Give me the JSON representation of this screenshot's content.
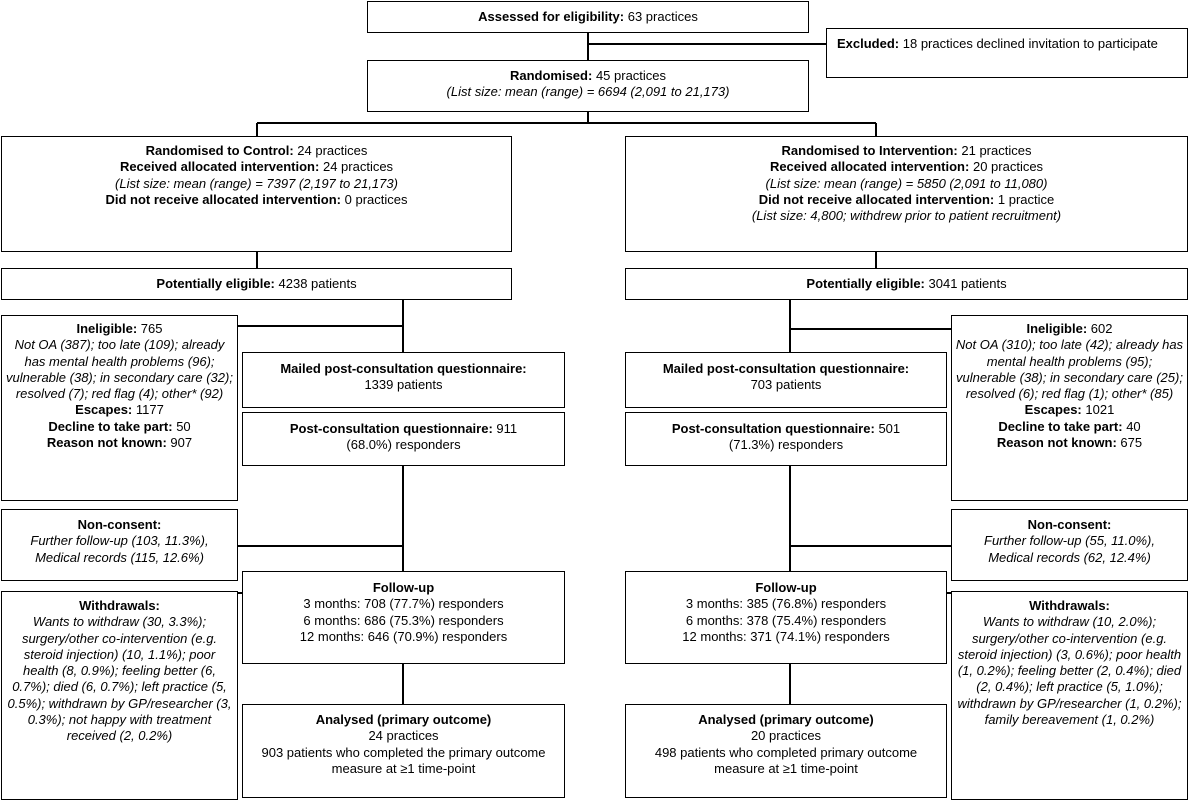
{
  "assessed": {
    "label": "Assessed for eligibility:",
    "value": "63 practices"
  },
  "excluded": {
    "label": "Excluded:",
    "value": "18 practices declined invitation to participate"
  },
  "randomised": {
    "label": "Randomised:",
    "value": "45 practices",
    "list_size": "(List size: mean (range) = 6694 (2,091 to 21,173)"
  },
  "control": {
    "arm": {
      "randomised_label": "Randomised to Control:",
      "randomised_value": "24 practices",
      "received_label": "Received allocated intervention:",
      "received_value": "24 practices",
      "list_size": "(List size: mean (range) = 7397 (2,197 to 21,173)",
      "not_received_label": "Did not receive allocated intervention:",
      "not_received_value": "0 practices"
    },
    "eligible": {
      "label": "Potentially eligible:",
      "value": "4238 patients"
    },
    "ineligible": {
      "label": "Ineligible:",
      "value": "765",
      "reasons": "Not OA (387); too late (109); already has mental health problems (96); vulnerable (38); in secondary care (32); resolved (7); red flag (4); other* (92)",
      "escapes_label": "Escapes:",
      "escapes_value": "1177",
      "decline_label": "Decline to take part:",
      "decline_value": "50",
      "unknown_label": "Reason not known:",
      "unknown_value": "907"
    },
    "mailed": {
      "label": "Mailed post-consultation questionnaire:",
      "value": "1339 patients"
    },
    "postq": {
      "label": "Post-consultation questionnaire:",
      "value": "911",
      "value2": "(68.0%) responders"
    },
    "nonconsent": {
      "label": "Non-consent:",
      "l1": "Further follow-up (103, 11.3%),",
      "l2": "Medical records (115, 12.6%)"
    },
    "followup": {
      "label": "Follow-up",
      "m3": "3 months: 708 (77.7%) responders",
      "m6": "6 months: 686 (75.3%) responders",
      "m12": "12 months: 646 (70.9%) responders"
    },
    "withdrawals": {
      "label": "Withdrawals:",
      "text": "Wants to withdraw (30, 3.3%); surgery/other co-intervention (e.g. steroid injection) (10, 1.1%); poor health (8, 0.9%); feeling better (6, 0.7%); died (6, 0.7%); left practice (5, 0.5%); withdrawn by GP/researcher (3, 0.3%); not happy with treatment received (2, 0.2%)"
    },
    "analysed": {
      "label": "Analysed (primary outcome)",
      "practices": "24 practices",
      "patients": "903 patients who completed the primary outcome measure at ≥1 time-point"
    }
  },
  "intervention": {
    "arm": {
      "randomised_label": "Randomised to Intervention:",
      "randomised_value": "21 practices",
      "received_label": "Received allocated intervention:",
      "received_value": "20 practices",
      "list_size": "(List size: mean (range) = 5850 (2,091 to 11,080)",
      "not_received_label": "Did not receive allocated intervention:",
      "not_received_value": "1 practice",
      "not_received_note": "(List size: 4,800; withdrew prior to patient recruitment)"
    },
    "eligible": {
      "label": "Potentially eligible:",
      "value": "3041 patients"
    },
    "ineligible": {
      "label": "Ineligible:",
      "value": "602",
      "reasons": "Not OA (310); too late (42); already has mental health problems (95); vulnerable (38); in secondary care (25); resolved (6); red flag (1); other* (85)",
      "escapes_label": "Escapes:",
      "escapes_value": "1021",
      "decline_label": "Decline to take part:",
      "decline_value": "40",
      "unknown_label": "Reason not known:",
      "unknown_value": "675"
    },
    "mailed": {
      "label": "Mailed post-consultation questionnaire:",
      "value": "703 patients"
    },
    "postq": {
      "label": "Post-consultation questionnaire:",
      "value": "501",
      "value2": "(71.3%) responders"
    },
    "nonconsent": {
      "label": "Non-consent:",
      "l1": "Further follow-up (55, 11.0%),",
      "l2": "Medical records (62, 12.4%)"
    },
    "followup": {
      "label": "Follow-up",
      "m3": "3 months: 385 (76.8%) responders",
      "m6": "6 months: 378 (75.4%) responders",
      "m12": "12 months: 371 (74.1%) responders"
    },
    "withdrawals": {
      "label": "Withdrawals:",
      "text": "Wants to withdraw (10, 2.0%); surgery/other co-intervention (e.g. steroid injection) (3, 0.6%); poor health (1, 0.2%); feeling better (2, 0.4%); died (2, 0.4%); left practice (5, 1.0%); withdrawn by GP/researcher (1, 0.2%); family bereavement (1, 0.2%)"
    },
    "analysed": {
      "label": "Analysed (primary outcome)",
      "practices": "20 practices",
      "patients": "498 patients who completed primary outcome measure at ≥1 time-point"
    }
  }
}
